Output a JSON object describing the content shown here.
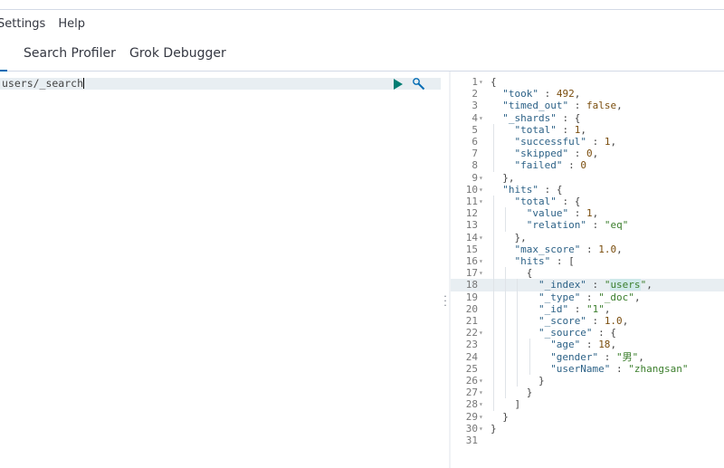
{
  "menu": {
    "items": [
      "Settings",
      "Help"
    ]
  },
  "tabs": [
    {
      "label": "Search Profiler"
    },
    {
      "label": "Grok Debugger"
    }
  ],
  "request": {
    "text": "users/_search"
  },
  "response": {
    "lines": [
      {
        "n": "1",
        "f": true,
        "ind": 0,
        "t": [
          [
            "p",
            "{"
          ]
        ]
      },
      {
        "n": "2",
        "f": false,
        "ind": 1,
        "t": [
          [
            "k",
            "\"took\""
          ],
          [
            "p",
            " : "
          ],
          [
            "n",
            "492"
          ],
          [
            "p",
            ","
          ]
        ]
      },
      {
        "n": "3",
        "f": false,
        "ind": 1,
        "t": [
          [
            "k",
            "\"timed_out\""
          ],
          [
            "p",
            " : "
          ],
          [
            "n",
            "false"
          ],
          [
            "p",
            ","
          ]
        ]
      },
      {
        "n": "4",
        "f": true,
        "ind": 1,
        "t": [
          [
            "k",
            "\"_shards\""
          ],
          [
            "p",
            " : {"
          ]
        ]
      },
      {
        "n": "5",
        "f": false,
        "ind": 2,
        "t": [
          [
            "k",
            "\"total\""
          ],
          [
            "p",
            " : "
          ],
          [
            "n",
            "1"
          ],
          [
            "p",
            ","
          ]
        ]
      },
      {
        "n": "6",
        "f": false,
        "ind": 2,
        "t": [
          [
            "k",
            "\"successful\""
          ],
          [
            "p",
            " : "
          ],
          [
            "n",
            "1"
          ],
          [
            "p",
            ","
          ]
        ]
      },
      {
        "n": "7",
        "f": false,
        "ind": 2,
        "t": [
          [
            "k",
            "\"skipped\""
          ],
          [
            "p",
            " : "
          ],
          [
            "n",
            "0"
          ],
          [
            "p",
            ","
          ]
        ]
      },
      {
        "n": "8",
        "f": false,
        "ind": 2,
        "t": [
          [
            "k",
            "\"failed\""
          ],
          [
            "p",
            " : "
          ],
          [
            "n",
            "0"
          ]
        ]
      },
      {
        "n": "9",
        "f": true,
        "ind": 1,
        "t": [
          [
            "p",
            "},"
          ]
        ]
      },
      {
        "n": "10",
        "f": true,
        "ind": 1,
        "t": [
          [
            "k",
            "\"hits\""
          ],
          [
            "p",
            " : {"
          ]
        ]
      },
      {
        "n": "11",
        "f": true,
        "ind": 2,
        "t": [
          [
            "k",
            "\"total\""
          ],
          [
            "p",
            " : {"
          ]
        ]
      },
      {
        "n": "12",
        "f": false,
        "ind": 3,
        "t": [
          [
            "k",
            "\"value\""
          ],
          [
            "p",
            " : "
          ],
          [
            "n",
            "1"
          ],
          [
            "p",
            ","
          ]
        ]
      },
      {
        "n": "13",
        "f": false,
        "ind": 3,
        "t": [
          [
            "k",
            "\"relation\""
          ],
          [
            "p",
            " : "
          ],
          [
            "s",
            "\"eq\""
          ]
        ]
      },
      {
        "n": "14",
        "f": true,
        "ind": 2,
        "t": [
          [
            "p",
            "},"
          ]
        ]
      },
      {
        "n": "15",
        "f": false,
        "ind": 2,
        "t": [
          [
            "k",
            "\"max_score\""
          ],
          [
            "p",
            " : "
          ],
          [
            "n",
            "1.0"
          ],
          [
            "p",
            ","
          ]
        ]
      },
      {
        "n": "16",
        "f": true,
        "ind": 2,
        "t": [
          [
            "k",
            "\"hits\""
          ],
          [
            "p",
            " : ["
          ]
        ]
      },
      {
        "n": "17",
        "f": true,
        "ind": 3,
        "t": [
          [
            "p",
            "{"
          ]
        ]
      },
      {
        "n": "18",
        "f": false,
        "ind": 4,
        "hl": true,
        "t": [
          [
            "k",
            "\"_index\""
          ],
          [
            "p",
            " : "
          ],
          [
            "s",
            "\""
          ],
          [
            "sel",
            "users"
          ],
          [
            "s",
            "\""
          ],
          [
            "p",
            ","
          ]
        ]
      },
      {
        "n": "19",
        "f": false,
        "ind": 4,
        "t": [
          [
            "k",
            "\"_type\""
          ],
          [
            "p",
            " : "
          ],
          [
            "s",
            "\"_doc\""
          ],
          [
            "p",
            ","
          ]
        ]
      },
      {
        "n": "20",
        "f": false,
        "ind": 4,
        "t": [
          [
            "k",
            "\"_id\""
          ],
          [
            "p",
            " : "
          ],
          [
            "s",
            "\"1\""
          ],
          [
            "p",
            ","
          ]
        ]
      },
      {
        "n": "21",
        "f": false,
        "ind": 4,
        "t": [
          [
            "k",
            "\"_score\""
          ],
          [
            "p",
            " : "
          ],
          [
            "n",
            "1.0"
          ],
          [
            "p",
            ","
          ]
        ]
      },
      {
        "n": "22",
        "f": true,
        "ind": 4,
        "t": [
          [
            "k",
            "\"_source\""
          ],
          [
            "p",
            " : {"
          ]
        ]
      },
      {
        "n": "23",
        "f": false,
        "ind": 5,
        "t": [
          [
            "k",
            "\"age\""
          ],
          [
            "p",
            " : "
          ],
          [
            "n",
            "18"
          ],
          [
            "p",
            ","
          ]
        ]
      },
      {
        "n": "24",
        "f": false,
        "ind": 5,
        "t": [
          [
            "k",
            "\"gender\""
          ],
          [
            "p",
            " : "
          ],
          [
            "s",
            "\"男\""
          ],
          [
            "p",
            ","
          ]
        ]
      },
      {
        "n": "25",
        "f": false,
        "ind": 5,
        "t": [
          [
            "k",
            "\"userName\""
          ],
          [
            "p",
            " : "
          ],
          [
            "s",
            "\"zhangsan\""
          ]
        ]
      },
      {
        "n": "26",
        "f": true,
        "ind": 4,
        "t": [
          [
            "p",
            "}"
          ]
        ]
      },
      {
        "n": "27",
        "f": true,
        "ind": 3,
        "t": [
          [
            "p",
            "}"
          ]
        ]
      },
      {
        "n": "28",
        "f": true,
        "ind": 2,
        "t": [
          [
            "p",
            "]"
          ]
        ]
      },
      {
        "n": "29",
        "f": true,
        "ind": 1,
        "t": [
          [
            "p",
            "}"
          ]
        ]
      },
      {
        "n": "30",
        "f": true,
        "ind": 0,
        "t": [
          [
            "p",
            "}"
          ]
        ]
      },
      {
        "n": "31",
        "f": false,
        "ind": 0,
        "t": []
      }
    ]
  },
  "colors": {
    "accent": "#006bb4",
    "run": "#017d73",
    "highlight": "#e8eef2"
  }
}
